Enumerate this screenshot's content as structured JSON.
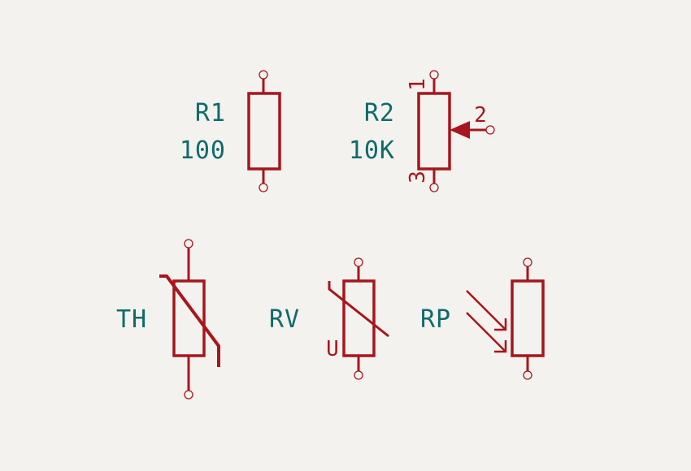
{
  "colors": {
    "background": "#f4f2ee",
    "symbol": "#a8151c",
    "label": "#0f6b6b"
  },
  "components": {
    "r1": {
      "reference": "R1",
      "value": "100",
      "symbol": "resistor"
    },
    "r2": {
      "reference": "R2",
      "value": "10K",
      "symbol": "potentiometer",
      "pins": {
        "p1": "1",
        "p2": "2",
        "p3": "3"
      }
    },
    "th": {
      "reference": "TH",
      "symbol": "thermistor"
    },
    "rv": {
      "reference": "RV",
      "symbol": "varistor",
      "marker": "U"
    },
    "rp": {
      "reference": "RP",
      "symbol": "photoresistor"
    }
  }
}
